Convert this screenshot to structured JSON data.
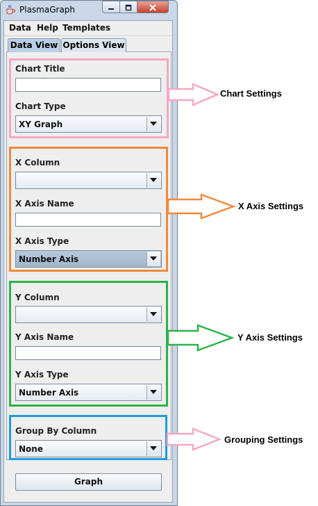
{
  "window": {
    "title": "PlasmaGraph"
  },
  "menu": {
    "items": [
      "Data",
      "Help",
      "Templates"
    ]
  },
  "tabs": [
    "Data View",
    "Options View"
  ],
  "chart": {
    "title_label": "Chart Title",
    "title_value": "",
    "type_label": "Chart Type",
    "type_value": "XY Graph"
  },
  "x_axis": {
    "column_label": "X Column",
    "column_value": "",
    "name_label": "X Axis Name",
    "name_value": "",
    "type_label": "X Axis Type",
    "type_value": "Number Axis"
  },
  "y_axis": {
    "column_label": "Y Column",
    "column_value": "",
    "name_label": "Y Axis Name",
    "name_value": "",
    "type_label": "Y Axis Type",
    "type_value": "Number Axis"
  },
  "group": {
    "label": "Group By Column",
    "value": "None"
  },
  "graph_button": "Graph",
  "annotations": {
    "chart": "Chart Settings",
    "x": "X Axis Settings",
    "y": "Y Axis Settings",
    "grouping": "Grouping Settings"
  },
  "colors": {
    "chart_box": "#f4a8c4",
    "x_box": "#f08a3c",
    "y_box": "#2db24a",
    "group_box": "#1e9cd8"
  },
  "icons": [
    "java-cup-icon",
    "minimize-icon",
    "maximize-icon",
    "close-icon",
    "dropdown-arrow-icon",
    "arrow-icon"
  ]
}
